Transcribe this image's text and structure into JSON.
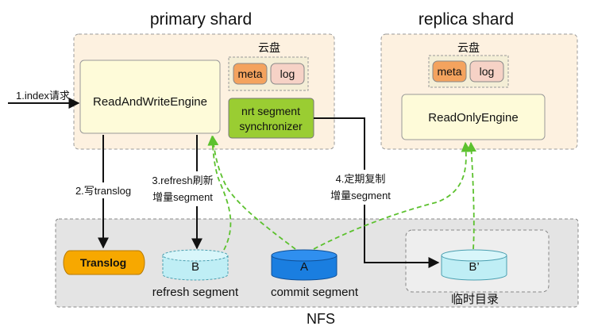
{
  "primary": {
    "title": "primary shard",
    "cloud_disk_label": "云盘",
    "meta_label": "meta",
    "log_label": "log",
    "engine_label": "ReadAndWriteEngine",
    "synchronizer_line1": "nrt segment",
    "synchronizer_line2": "synchronizer"
  },
  "replica": {
    "title": "replica shard",
    "cloud_disk_label": "云盘",
    "meta_label": "meta",
    "log_label": "log",
    "engine_label": "ReadOnlyEngine"
  },
  "steps": {
    "index_request": "1.index请求",
    "write_translog": "2.写translog",
    "refresh_line1": "3.refresh刷新",
    "refresh_line2": "增量segment",
    "copy_line1": "4.定期复制",
    "copy_line2": "增量segment"
  },
  "nfs": {
    "label": "NFS",
    "translog_label": "Translog",
    "refresh_cyl_label": "B",
    "refresh_caption": "refresh segment",
    "commit_cyl_label": "A",
    "commit_caption": "commit segment",
    "temp_cyl_label": "B’",
    "temp_dir_caption": "临时目录"
  },
  "colors": {
    "shard_fill": "#fdf1e0",
    "nfs_fill": "#e4e4e4",
    "engine_fill": "#fefbd9",
    "synchronizer_fill": "#9acd32",
    "meta_fill": "#f4a35e",
    "log_fill": "#f6d2c6",
    "translog_fill": "#f7a800",
    "refresh_cyl_fill": "#bfeef5",
    "commit_cyl_fill": "#1a7ee0",
    "temp_cyl_fill": "#bfeef5",
    "green_arrow": "#5cc12e"
  }
}
